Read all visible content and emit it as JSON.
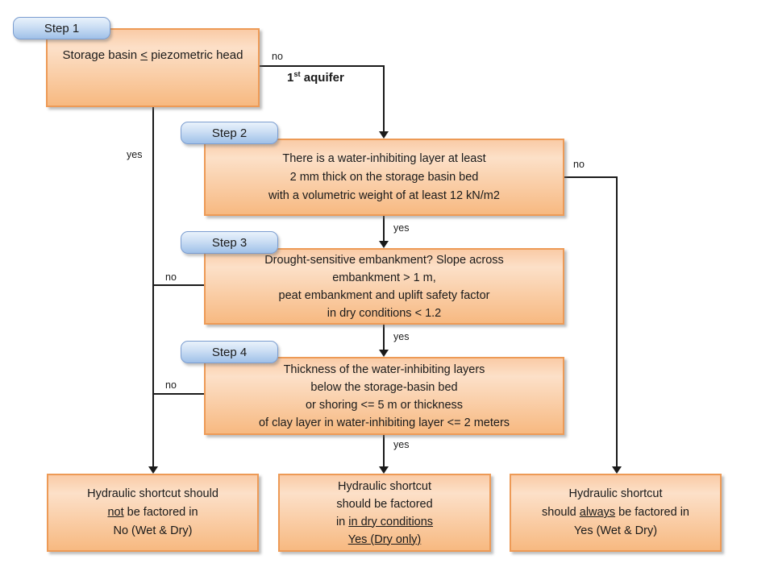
{
  "steps": {
    "step1": {
      "badge": "Step 1",
      "text_pre": "Storage basin ",
      "text_u": "<",
      "text_post": " piezometric head"
    },
    "step2": {
      "badge": "Step 2",
      "lines": [
        "There is a water-inhibiting layer at least",
        "2 mm thick on the storage basin bed",
        "with a volumetric weight of at least 12 kN/m2"
      ]
    },
    "step3": {
      "badge": "Step 3",
      "lines": [
        "Drought-sensitive embankment? Slope across",
        "embankment > 1 m,",
        "peat embankment and uplift safety factor",
        "in dry conditions < 1.2"
      ]
    },
    "step4": {
      "badge": "Step 4",
      "lines": [
        "Thickness of the water-inhibiting layers",
        "below the storage-basin bed",
        "or shoring <= 5 m or thickness",
        "of clay layer in water-inhibiting layer <= 2 meters"
      ]
    }
  },
  "outcomes": {
    "left": {
      "line1": "Hydraulic shortcut should",
      "line2_u": "not",
      "line2_rest": " be factored in",
      "line3": "No (Wet & Dry)"
    },
    "middle": {
      "line1": "Hydraulic shortcut",
      "line2": "should be factored",
      "line3_pre": "in ",
      "line3_u": "in dry conditions",
      "line4_u": "Yes (Dry only)"
    },
    "right": {
      "line1": "Hydraulic shortcut",
      "line2_pre": "should ",
      "line2_u": "always",
      "line2_rest": " be factored in",
      "line3": "Yes (Wet & Dry)"
    }
  },
  "edges": {
    "step1_no": "no",
    "aquifer_num": "1",
    "aquifer_sup": "st",
    "aquifer_rest": " aquifer",
    "step1_yes": "yes",
    "step2_yes": "yes",
    "step2_no": "no",
    "step3_no": "no",
    "step3_yes": "yes",
    "step4_no": "no",
    "step4_yes": "yes"
  },
  "colors": {
    "box_fill_top": "#FACBA6",
    "box_fill_mid": "#FCE0C8",
    "box_fill_bottom": "#F7B981",
    "box_border": "#ED9A56",
    "badge_fill_top": "#E9F2FB",
    "badge_fill_bottom": "#9FC0E8",
    "badge_border": "#7B9DD0",
    "connector": "#1A1A1A",
    "text": "#1A1A1A"
  }
}
